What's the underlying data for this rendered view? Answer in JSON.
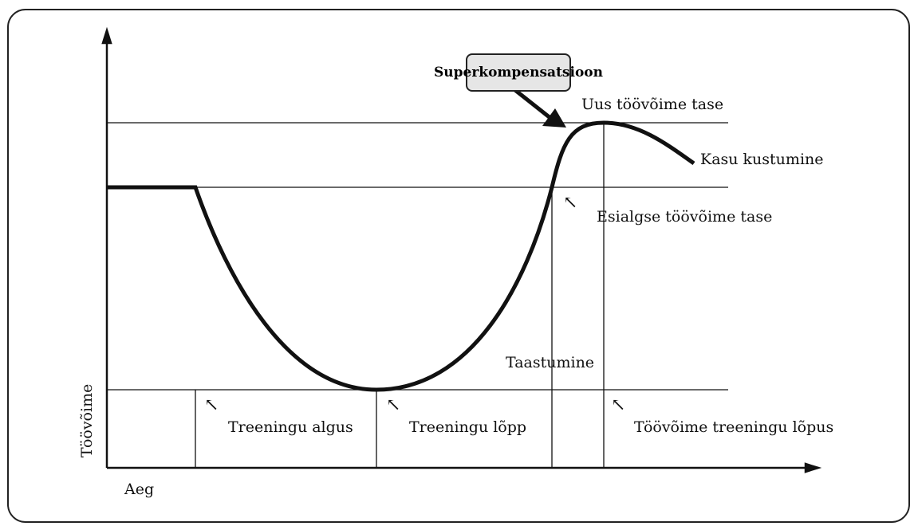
{
  "callout": {
    "label": "Superkompensatsioon"
  },
  "labels": {
    "new_level": "Uus töövõime tase",
    "gain_decay": "Kasu kustumine",
    "initial_level": "Esialgse töövõime tase",
    "recovery": "Taastumine",
    "training_start": "Treeningu algus",
    "training_end": "Treeningu lõpp",
    "capacity_end": "Töövõime treeningu lõpus"
  },
  "axes": {
    "y_label": "Töövõime",
    "x_label": "Aeg"
  },
  "arrow_glyph": "↖"
}
